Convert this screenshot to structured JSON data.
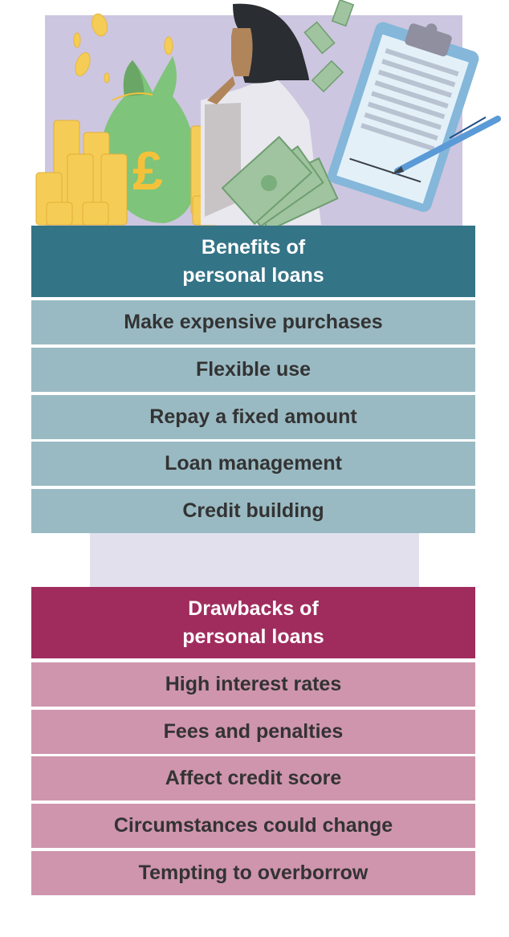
{
  "illustration": {
    "description": "Woman thinking beside a money bag with pound sign, coin stacks, banknotes and a signed clipboard with pen",
    "icons": [
      "money-bag-icon",
      "pound-sign-icon",
      "coin-stack-icon",
      "banknote-icon",
      "clipboard-icon",
      "pen-icon"
    ],
    "colors": {
      "background": "#cdc6e0",
      "money_bag": "#7ec47a",
      "pound_sign": "#f3c23a",
      "coins": "#f5cd56",
      "banknotes": "#9fc49f",
      "clipboard": "#84b7da",
      "hair": "#2a2d31",
      "skin": "#b0855a",
      "shirt": "#e9e8ee"
    }
  },
  "benefits": {
    "title": "Benefits of\npersonal loans",
    "header_color": "#347487",
    "row_color": "#9abac3",
    "items": [
      "Make expensive purchases",
      "Flexible use",
      "Repay a fixed amount",
      "Loan management",
      "Credit building"
    ]
  },
  "connector": {
    "color": "#e3e0ee"
  },
  "drawbacks": {
    "title": "Drawbacks of\npersonal loans",
    "header_color": "#a02c5e",
    "row_color": "#cf95ad",
    "items": [
      "High interest rates",
      "Fees and penalties",
      "Affect credit score",
      "Circumstances could change",
      "Tempting to overborrow"
    ]
  }
}
